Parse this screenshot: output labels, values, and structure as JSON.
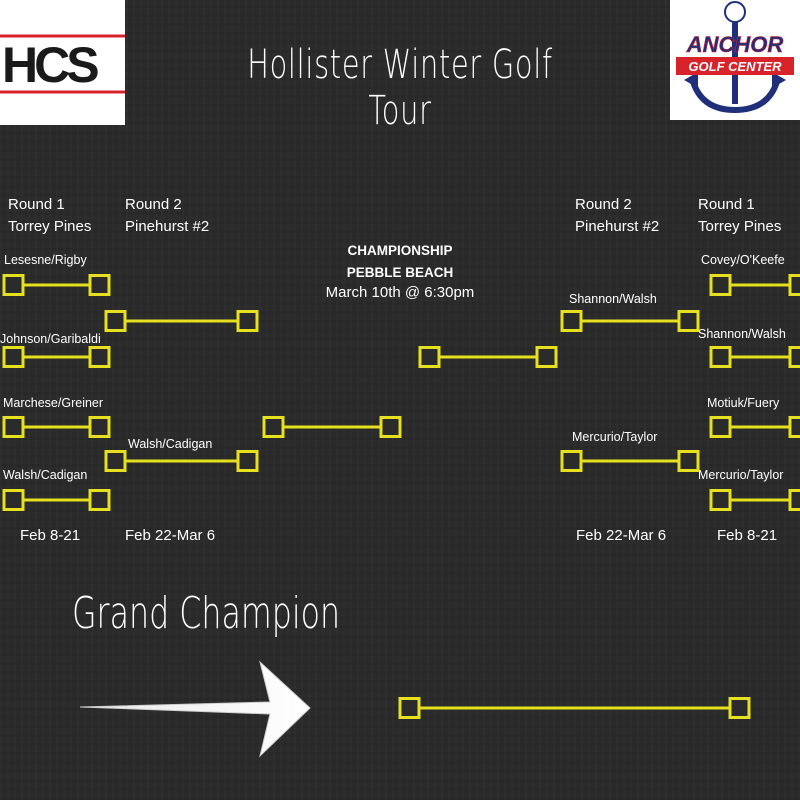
{
  "header": {
    "title": "Hollister Winter Golf Tour",
    "left_logo_text": "HCS",
    "right_logo_text": "ANCHOR",
    "right_logo_subtext": "GOLF CENTER"
  },
  "left": {
    "round1": {
      "label": "Round 1",
      "course": "Torrey Pines",
      "dates": "Feb 8-21"
    },
    "round2": {
      "label": "Round 2",
      "course": "Pinehurst #2",
      "dates": "Feb 22-Mar 6"
    },
    "teams_r1": [
      "Lesesne/Rigby",
      "Johnson/Garibaldi",
      "Marchese/Greiner",
      "Walsh/Cadigan"
    ],
    "teams_r2": [
      "Walsh/Cadigan"
    ]
  },
  "right": {
    "round1": {
      "label": "Round 1",
      "course": "Torrey Pines",
      "dates": "Feb 8-21"
    },
    "round2": {
      "label": "Round 2",
      "course": "Pinehurst #2",
      "dates": "Feb 22-Mar 6"
    },
    "teams_r1": [
      "Covey/O'Keefe",
      "Shannon/Walsh",
      "Motiuk/Fuery",
      "Mercurio/Taylor"
    ],
    "teams_r2": [
      "Shannon/Walsh",
      "Mercurio/Taylor"
    ]
  },
  "championship": {
    "title_line1": "CHAMPIONSHIP",
    "title_line2": "PEBBLE BEACH",
    "date": "March 10th @ 6:30pm"
  },
  "grand_champion": {
    "label": "Grand Champion"
  },
  "colors": {
    "bracket": "#e6e01e",
    "background": "#2b2b2b",
    "text": "#ffffff"
  }
}
